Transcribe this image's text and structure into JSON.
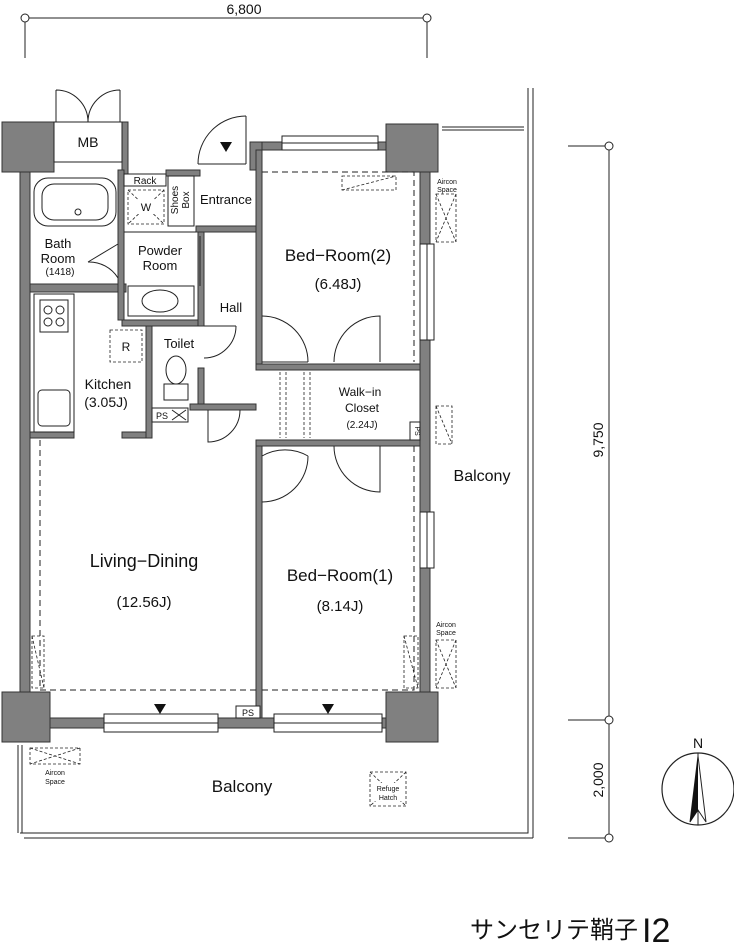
{
  "dimensions": {
    "width_top": "6,800",
    "depth_main": "9,750",
    "depth_balcony": "2,000"
  },
  "rooms": {
    "mb": "MB",
    "rack": "Rack",
    "washer": "W",
    "shoes_line1": "Shoes",
    "shoes_line2": "Box",
    "entrance": "Entrance",
    "bath_line1": "Bath",
    "bath_line2": "Room",
    "bath_size": "(1418)",
    "powder_line1": "Powder",
    "powder_line2": "Room",
    "hall": "Hall",
    "toilet": "Toilet",
    "fridge": "R",
    "kitchen": "Kitchen",
    "kitchen_size": "(3.05J)",
    "ps_kitchen": "PS",
    "bed2": "Bed−Room(2)",
    "bed2_size": "(6.48J)",
    "walkin_line1": "Walk−in",
    "walkin_line2": "Closet",
    "walkin_size": "(2.24J)",
    "ps_closet": "PS",
    "living": "Living−Dining",
    "living_size": "(12.56J)",
    "bed1": "Bed−Room(1)",
    "bed1_size": "(8.14J)",
    "ps_bottom": "PS",
    "balcony_right": "Balcony",
    "balcony_bottom": "Balcony",
    "aircon_top_line1": "Aircon",
    "aircon_top_line2": "Space",
    "aircon_mid_line1": "Aircon",
    "aircon_mid_line2": "Space",
    "aircon_bottom_line1": "Aircon",
    "aircon_bottom_line2": "Space",
    "refuge_line1": "Refuge",
    "refuge_line2": "Hatch"
  },
  "compass": {
    "north": "N"
  },
  "caption": {
    "name": "サンセリテ鞘子",
    "type": "I2"
  },
  "colors": {
    "wall": "#808080",
    "line": "#222222"
  }
}
